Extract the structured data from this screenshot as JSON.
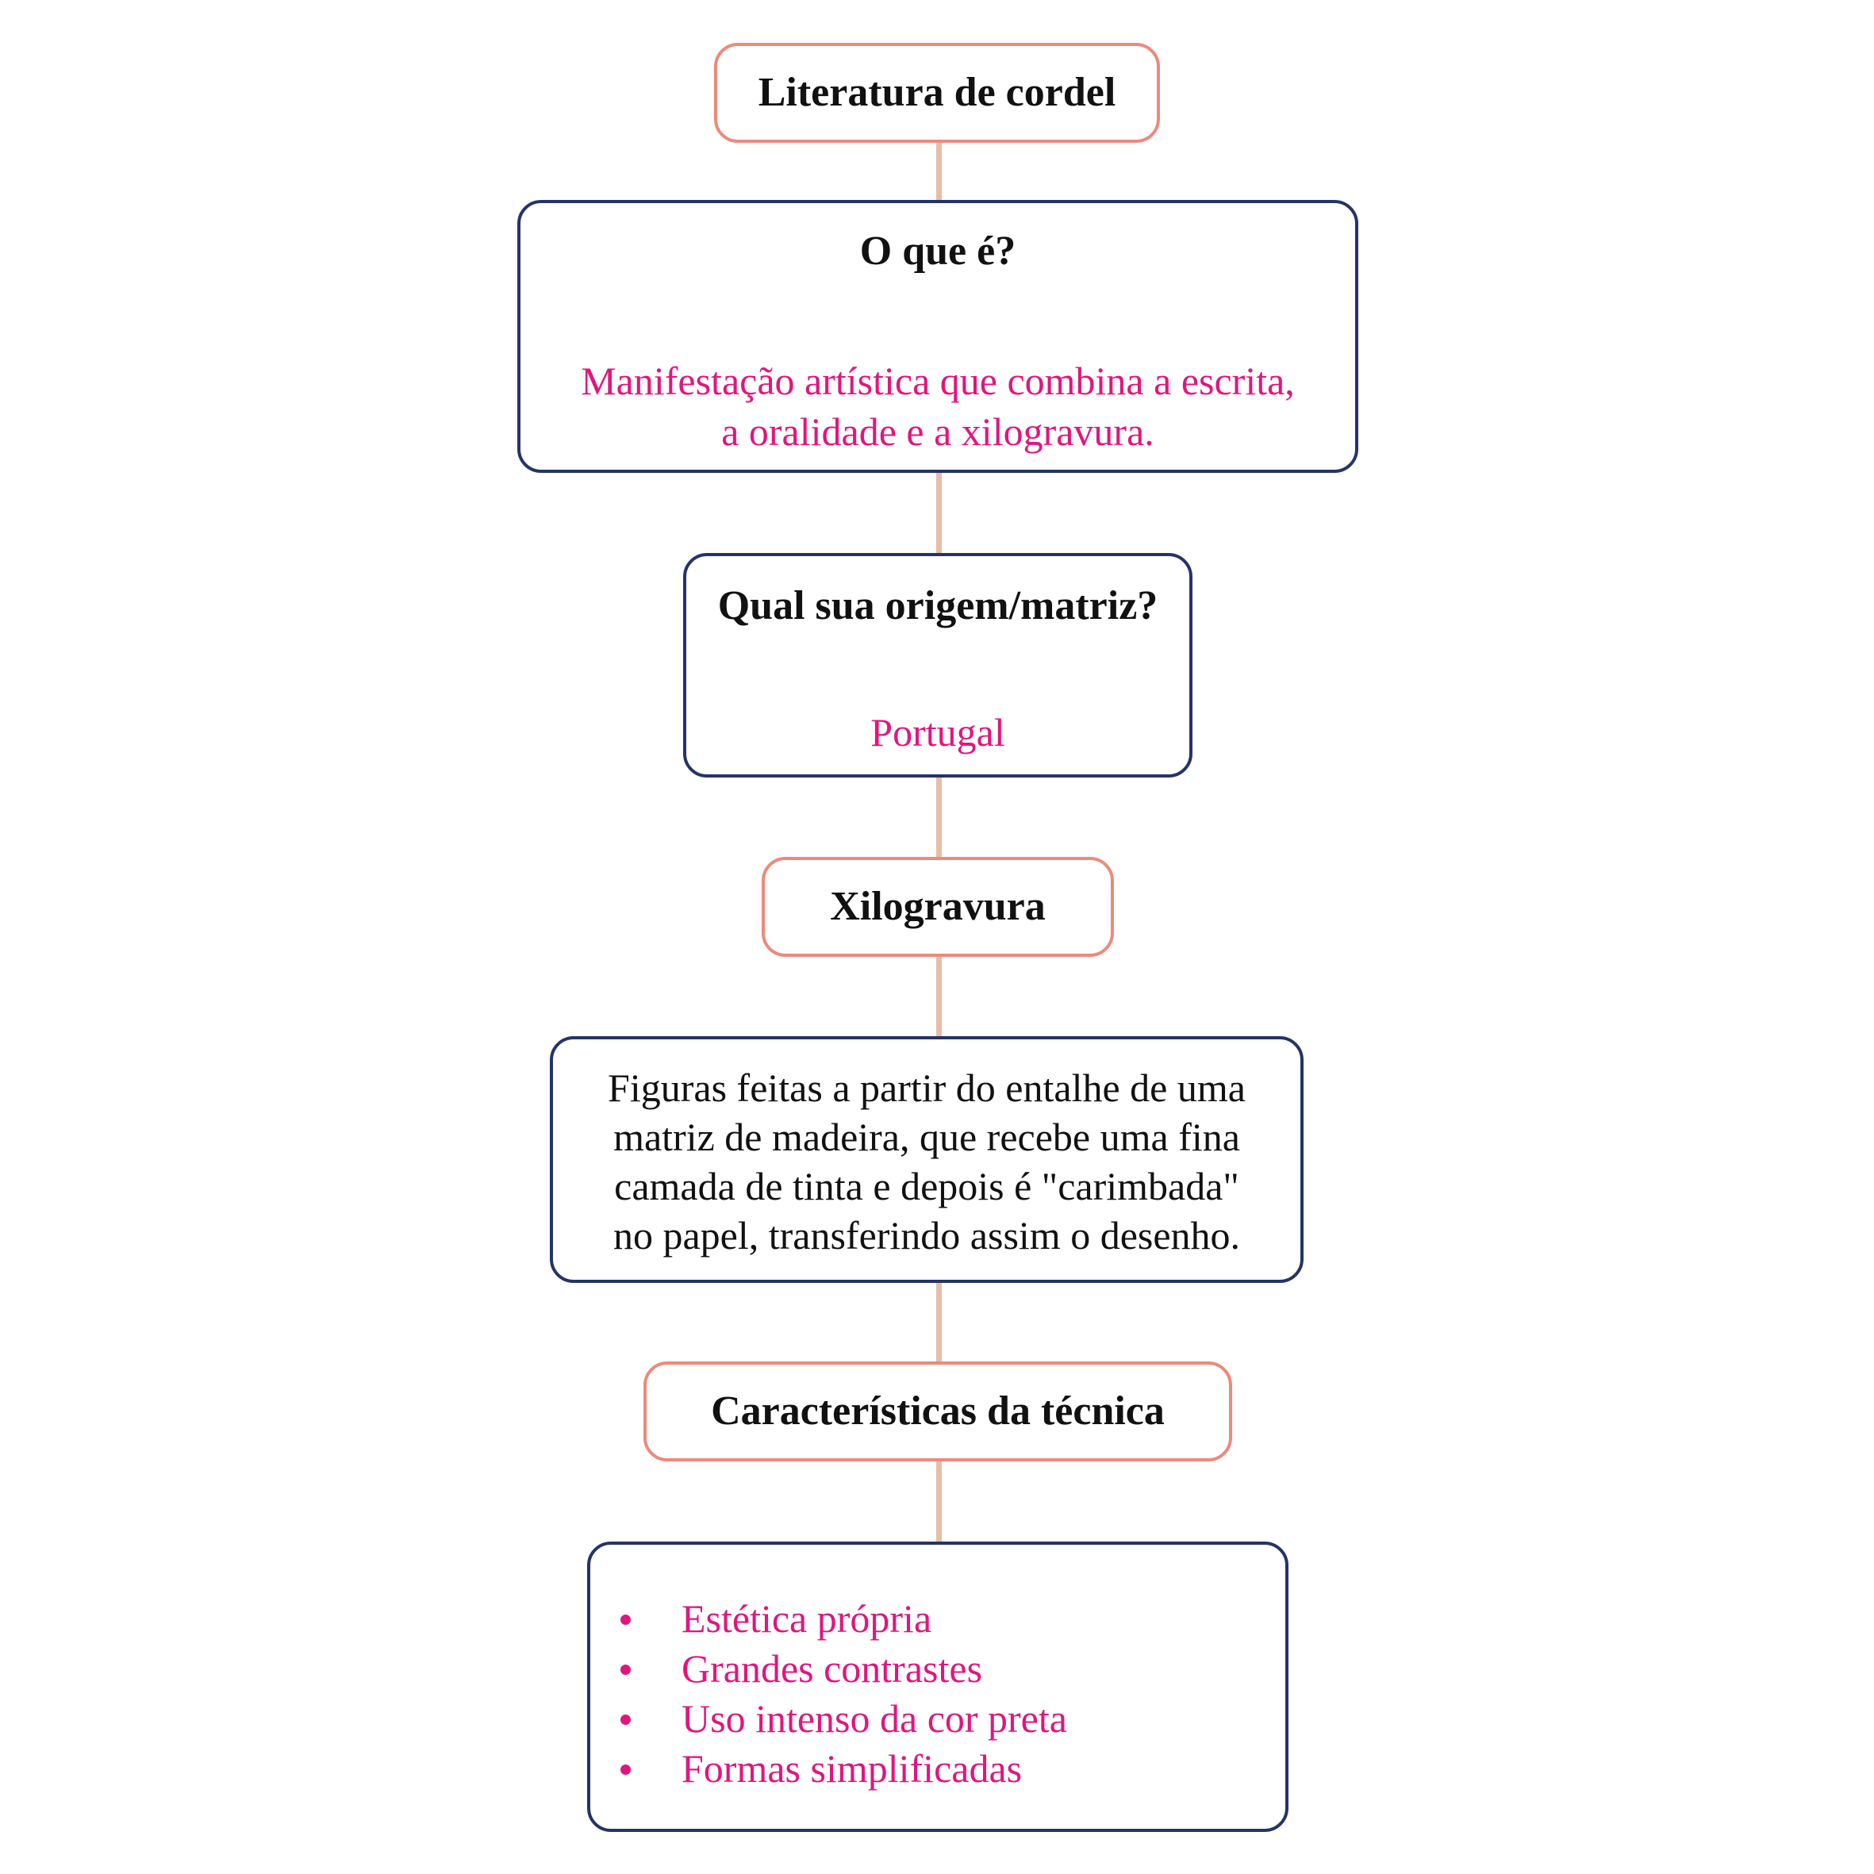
{
  "nodes": {
    "literatura": {
      "title": "Literatura de cordel"
    },
    "o_que_e": {
      "question": "O que é?",
      "answer_line1": "Manifestação artística que combina a escrita,",
      "answer_line2": "a oralidade e a xilogravura."
    },
    "origem": {
      "question": "Qual sua origem/matriz?",
      "answer": "Portugal"
    },
    "xilogravura": {
      "title": "Xilogravura"
    },
    "descricao": {
      "lines": [
        "Figuras feitas a partir do entalhe de uma",
        "matriz de madeira, que recebe uma fina",
        "camada de tinta e depois é \"carimbada\"",
        "no papel, transferindo assim o desenho."
      ]
    },
    "caracteristicas": {
      "title": "Características da técnica"
    },
    "lista": {
      "items": [
        "Estética própria",
        "Grandes contrastes",
        "Uso intenso da cor preta",
        "Formas simplificadas"
      ]
    }
  },
  "colors": {
    "coral_border": "#ec8a7c",
    "navy_border": "#253467",
    "connector": "#e8bda7",
    "answer_text": "#e0167f",
    "title_text": "#111111"
  }
}
